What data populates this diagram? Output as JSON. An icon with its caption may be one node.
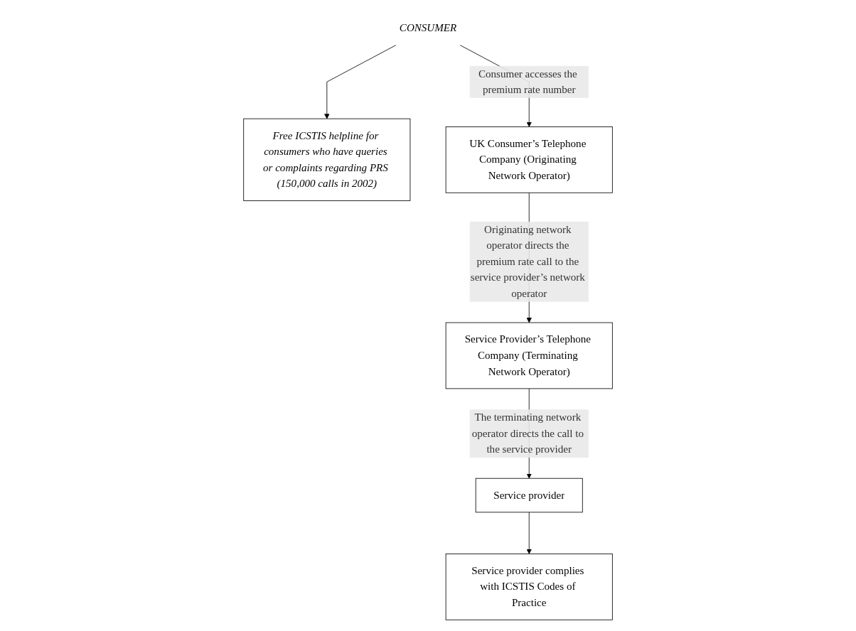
{
  "diagram": {
    "nodes": [
      {
        "text": [
          "CONSUMER"
        ]
      },
      {
        "text": [
          "Free ICSTIS helpline for consumers who have queries or complaints regarding PRS (150,000 calls in 2002)"
        ]
      },
      {
        "text": [
          "UK Consumer’s Telephone Company (Originating Network Operator)"
        ]
      },
      {
        "text": [
          "Service Provider’s Telephone Company (Terminating Network Operator)"
        ]
      },
      {
        "text": [
          "Service provider"
        ]
      },
      {
        "text": [
          "Service provider complies with ICSTIS Codes of Practice"
        ]
      }
    ],
    "edges": [
      {
        "from": 0,
        "to": 1,
        "arrow": "to"
      },
      {
        "from": 0,
        "to": 2,
        "arrow": "to",
        "label": "Consumer accesses the premium rate number"
      },
      {
        "from": 2,
        "to": 3,
        "arrow": "to",
        "label": "Originating network operator directs the premium rate call to the service provider’s network operator"
      },
      {
        "from": 3,
        "to": 4,
        "arrow": "to",
        "label": "The terminating network operator directs the call to the service provider"
      },
      {
        "from": 4,
        "to": 5,
        "arrow": "to"
      }
    ]
  }
}
